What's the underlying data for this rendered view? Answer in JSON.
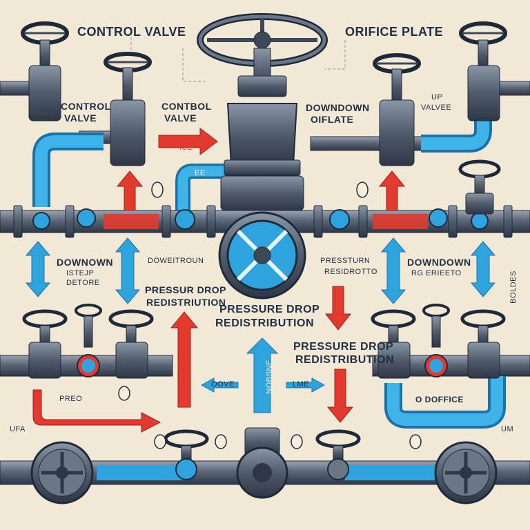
{
  "labels": {
    "top_left": "CONTROL VALVE",
    "top_right": "ORIFICE PLATE",
    "left_a1": "CONTROL",
    "left_a2": "VALVE",
    "center_a1": "CONTBOL",
    "center_a2": "VALVE",
    "right_a1": "DOWNDOWN",
    "right_a2": "OIFLATE",
    "right_b1": "UP",
    "right_b2": "VALVEE",
    "pill_left": "ISE",
    "pill_center": "EE",
    "mid_left1": "DOWNOWN",
    "mid_left2": "ISTEJP",
    "mid_left3": "DETORE",
    "mid_center_left": "DOWEITROUN",
    "mid_center_right1": "PRESSTURN",
    "mid_center_right2": "RESIDROTTO",
    "mid_right1": "DOWNDOWN",
    "mid_right2": "RG ERIEETO",
    "pd_left1": "PRESSUR DROP",
    "pd_left2": "REDISTRIUTION",
    "pd_center1": "PRESSURE DROP",
    "pd_center2": "REDISTRIBUTION",
    "pd_right1": "PRESSURE DROP",
    "pd_right2": "REDISTRIBUTION",
    "bottom_left": "PREO",
    "bottom_center_l": "OOVE",
    "bottom_center_r": "LME",
    "bottom_right": "O DOFFICE",
    "edge_left": "UFA",
    "edge_right": "UM",
    "vertical_center": "NOBSNE",
    "vertical_right": "BOLDES"
  },
  "colors": {
    "blue_pipe": "#2ea3de",
    "red_arrow": "#e23a2e",
    "metal": "#5b6677",
    "outline": "#1e2a3a",
    "background": "#f1e8d6"
  }
}
